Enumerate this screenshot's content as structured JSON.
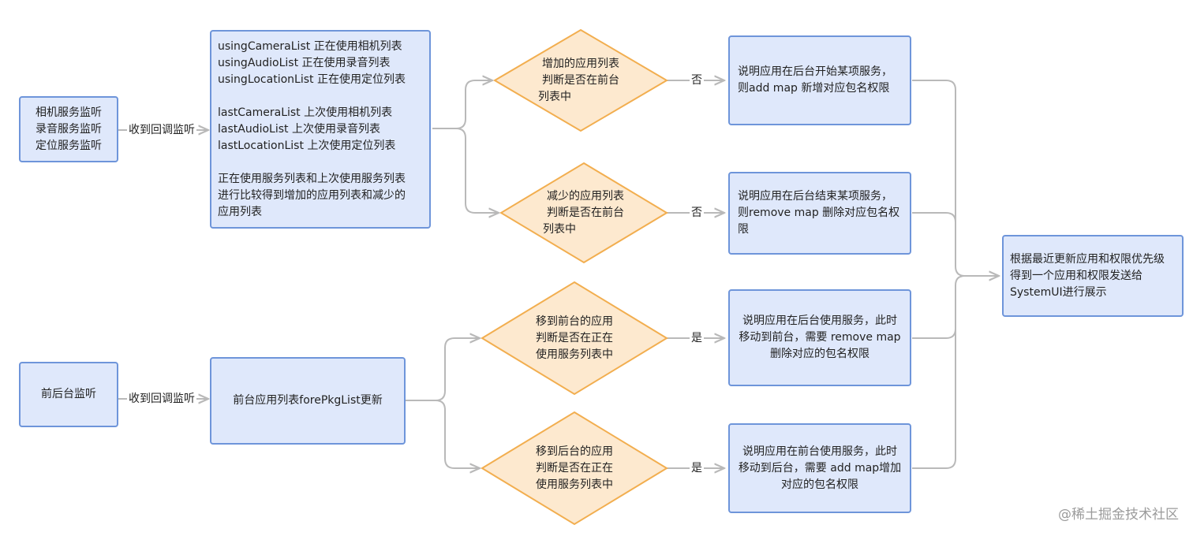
{
  "nodes": {
    "source_camera": [
      "相机服务监听",
      "录音服务监听",
      "定位服务监听"
    ],
    "source_fore": "前后台监听",
    "lists_box": {
      "using": [
        "usingCameraList  正在使用相机列表",
        "usingAudioList 正在使用录音列表",
        "usingLocationList 正在使用定位列表"
      ],
      "last": [
        "lastCameraList  上次使用相机列表",
        "lastAudioList 上次使用录音列表",
        "lastLocationList 上次使用定位列表"
      ],
      "compare": [
        "正在使用服务列表和上次使用服务列表",
        "进行比较得到增加的应用列表和减少的",
        "应用列表"
      ]
    },
    "fore_update": "前台应用列表forePkgList更新",
    "decision_add": [
      "增加的应用列表",
      "判断是否在前台",
      "列表中"
    ],
    "decision_remove": [
      "减少的应用列表",
      "判断是否在前台",
      "列表中"
    ],
    "decision_to_fore": [
      "移到前台的应用",
      "判断是否在正在",
      "使用服务列表中"
    ],
    "decision_to_back": [
      "移到后台的应用",
      "判断是否在正在",
      "使用服务列表中"
    ],
    "result_add": [
      "说明应用在后台开始某项服务，",
      "则add map 新增对应包名权限"
    ],
    "result_remove": [
      "说明应用在后台结束某项服务，",
      "则remove map 删除对应包名权",
      "限"
    ],
    "result_to_fore": [
      "说明应用在后台使用服务，此时",
      "移动到前台，需要 remove map",
      "删除对应的包名权限"
    ],
    "result_to_back": [
      "说明应用在前台使用服务，此时",
      "移动到后台，需要 add map增加",
      "对应的包名权限"
    ],
    "final": [
      "根据最近更新应用和权限优先级",
      "得到一个应用和权限发送给",
      "SystemUI进行展示"
    ]
  },
  "edges": {
    "callback_1": "收到回调监听",
    "callback_2": "收到回调监听",
    "no_1": "否",
    "no_2": "否",
    "yes_1": "是",
    "yes_2": "是"
  },
  "watermark": "@稀土掘金技术社区",
  "colors": {
    "box_fill": "#dfe8fb",
    "box_border": "#6e95da",
    "diamond_fill": "#fde9cf",
    "diamond_border": "#f2ae4f",
    "connector": "#b9b9b9"
  }
}
